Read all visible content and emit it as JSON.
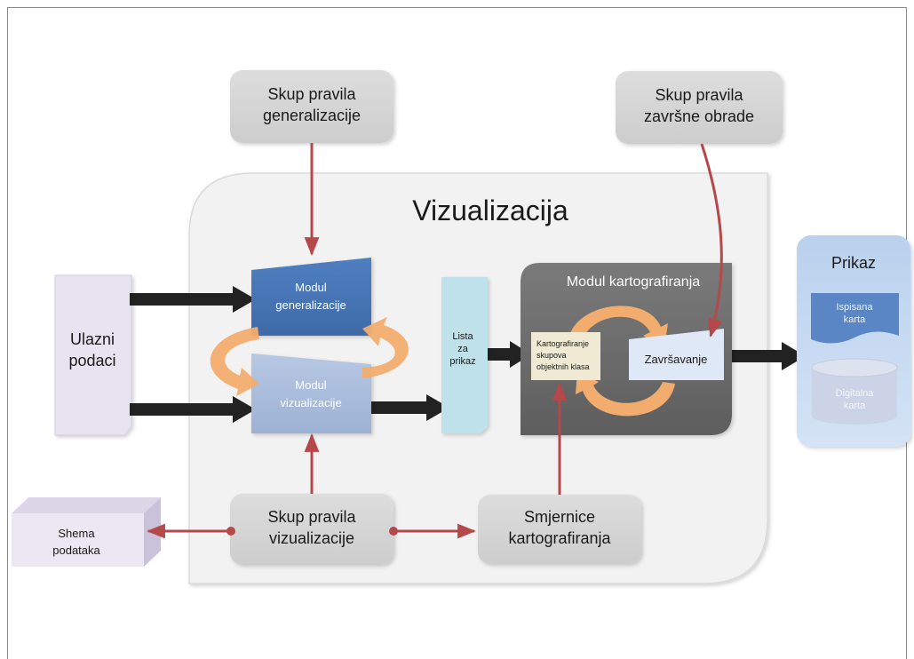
{
  "diagram": {
    "title": "Vizualizacija",
    "nodes": {
      "skup_generalizacije": [
        "Skup pravila",
        "generalizacije"
      ],
      "skup_zavrsne": [
        "Skup pravila",
        "završne obrade"
      ],
      "ulazni": [
        "Ulazni",
        "podaci"
      ],
      "modul_generalizacije": [
        "Modul",
        "generalizacije"
      ],
      "modul_vizualizacije": [
        "Modul",
        "vizualizacije"
      ],
      "lista": [
        "Lista",
        "za",
        "prikaz"
      ],
      "modul_kartografiranja": "Modul kartografiranja",
      "kartografiranje": [
        "Kartografiranje",
        "skupova",
        "objektnih klasa"
      ],
      "zavrsavanje": "Završavanje",
      "prikaz": "Prikaz",
      "ispisana": [
        "Ispisana",
        "karta"
      ],
      "digitalna": [
        "Digitalna",
        "karta"
      ],
      "shema": [
        "Shema",
        "podataka"
      ],
      "skup_vizualizacije": [
        "Skup pravila",
        "vizualizacije"
      ],
      "smjernice": [
        "Smjernice",
        "kartografiranja"
      ]
    }
  }
}
